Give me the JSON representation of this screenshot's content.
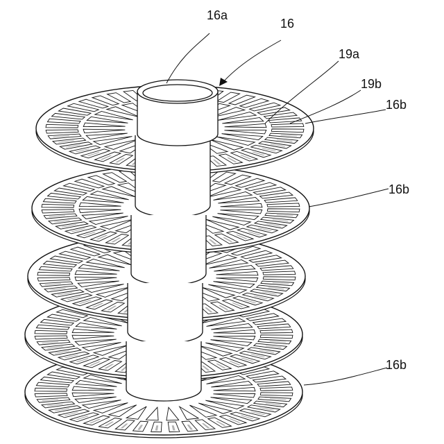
{
  "labels": {
    "hub": "16a",
    "assembly": "16",
    "rib_a": "19a",
    "rib_b": "19b",
    "disc_top": "16b",
    "disc_second": "16b",
    "disc_bottom": "16b"
  },
  "discs": [
    {
      "id": "disc-1"
    },
    {
      "id": "disc-2"
    },
    {
      "id": "disc-3"
    },
    {
      "id": "disc-4"
    },
    {
      "id": "disc-5"
    }
  ]
}
